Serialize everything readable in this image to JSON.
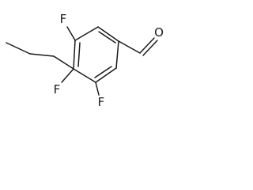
{
  "molecule": {
    "atoms": {
      "f_top": "F",
      "f_bottom_left": "F",
      "f_bottom_right": "F",
      "aldehyde_o": "O"
    }
  },
  "colors": {
    "bond": "#1a1a1a",
    "label": "#1a1a1a",
    "background": "#ffffff"
  }
}
